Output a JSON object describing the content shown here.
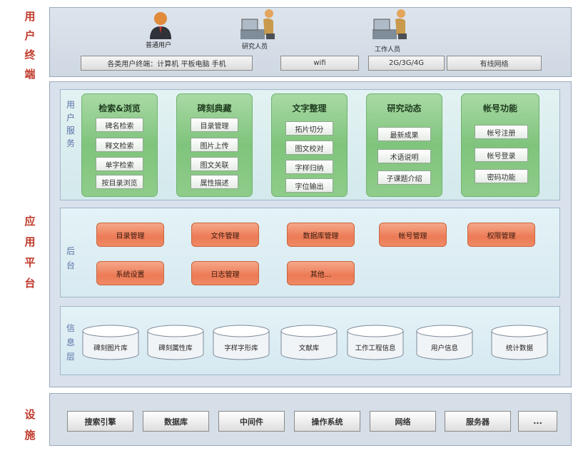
{
  "layers": {
    "terminal": [
      "用",
      "户",
      "终",
      "端"
    ],
    "platform": [
      "应",
      "用",
      "平",
      "台"
    ],
    "infrastructure": [
      "设",
      "施"
    ]
  },
  "users": {
    "regular": "普通用户",
    "researcher": "研究人员",
    "staff": "工作人员"
  },
  "terminals": {
    "devices": "各类用户终端：计算机  平板电脑  手机",
    "wifi": "wifi",
    "mobile": "2G/3G/4G",
    "wired": "有线网络"
  },
  "user_service": {
    "label": [
      "用",
      "户",
      "服",
      "务"
    ],
    "groups": [
      {
        "title": "检索&浏览",
        "items": [
          "碑名检索",
          "释文检索",
          "单字检索",
          "按目录浏览"
        ]
      },
      {
        "title": "碑刻典藏",
        "items": [
          "目录管理",
          "图片上传",
          "图文关联",
          "属性描述"
        ]
      },
      {
        "title": "文字整理",
        "items": [
          "拓片切分",
          "图文校对",
          "字样归纳",
          "字位输出"
        ]
      },
      {
        "title": "研究动态",
        "items": [
          "最新成果",
          "术语说明",
          "子课题介绍"
        ]
      },
      {
        "title": "帐号功能",
        "items": [
          "帐号注册",
          "帐号登录",
          "密码功能"
        ]
      }
    ]
  },
  "backend": {
    "label": [
      "后",
      "台"
    ],
    "items": [
      "目录管理",
      "文件管理",
      "数据库管理",
      "帐号管理",
      "权限管理",
      "系统设置",
      "日志管理",
      "其他..."
    ]
  },
  "info_layer": {
    "label": [
      "信",
      "息",
      "层"
    ],
    "databases": [
      "碑刻图片库",
      "碑刻属性库",
      "字样字形库",
      "文献库",
      "工作工程信息",
      "用户信息",
      "统计数据"
    ]
  },
  "infra": {
    "items": [
      "搜索引擎",
      "数据库",
      "中间件",
      "操作系统",
      "网络",
      "服务器",
      "..."
    ]
  },
  "colors": {
    "layer_label": "#c0392b",
    "sublayer_label": "#5b73a8",
    "group_green": "#7fc47c",
    "backend_orange": "#ec7a55"
  }
}
